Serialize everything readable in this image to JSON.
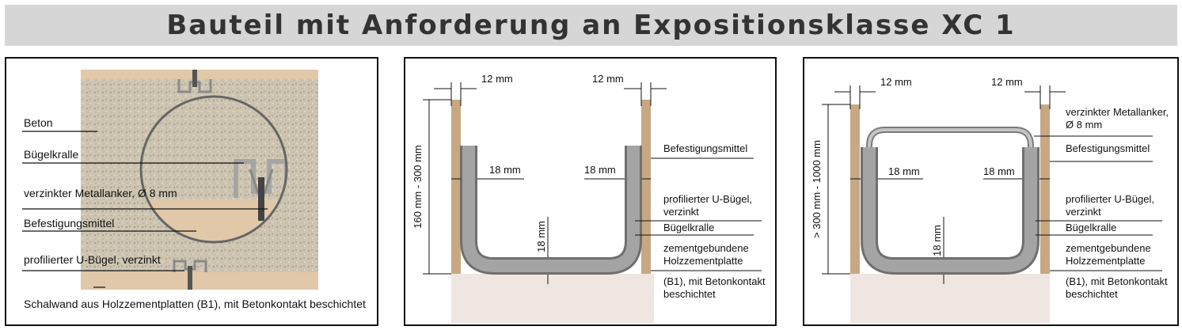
{
  "title": "Bauteil mit Anforderung an Expositionsklasse XC 1",
  "colors": {
    "title_bg": "#d6d6d6",
    "concrete": "#cfc6b2",
    "board": "#c8a882",
    "steel": "#9a9a9a",
    "base": "#efe6e2"
  },
  "panel1": {
    "labels": {
      "beton": "Beton",
      "buegelkralle": "Bügelkralle",
      "metallanker": "verzinkter Metallanker, Ø 8 mm",
      "befestigung": "Befestigungsmittel",
      "ubuegel": "profilierter U-Bügel, verzinkt",
      "schalwand": "Schalwand aus Holzzementplatten (B1), mit Betonkontakt beschichtet"
    }
  },
  "panel2": {
    "dim_left": "12 mm",
    "dim_right": "12 mm",
    "dim_height": "160 mm - 300 mm",
    "dim_bar_left": "18 mm",
    "dim_bar_right": "18 mm",
    "dim_bar_bottom": "18 mm",
    "labels": {
      "befestigung": "Befestigungsmittel",
      "ubuegel_1": "profilierter U-Bügel,",
      "ubuegel_2": "verzinkt",
      "buegelkralle": "Bügelkralle",
      "zement_1": "zementgebundene",
      "zement_2": "Holzzementplatte",
      "b1_1": "(B1), mit Betonkontakt",
      "b1_2": "beschichtet"
    }
  },
  "panel3": {
    "dim_left": "12 mm",
    "dim_right": "12 mm",
    "dim_height": "> 300 mm - 1000 mm",
    "dim_bar_left": "18 mm",
    "dim_bar_right": "18 mm",
    "dim_bar_bottom": "18 mm",
    "labels": {
      "anker_1": "verzinkter Metallanker,",
      "anker_2": "Ø 8 mm",
      "befestigung": "Befestigungsmittel",
      "ubuegel_1": "profilierter U-Bügel,",
      "ubuegel_2": "verzinkt",
      "buegelkralle": "Bügelkralle",
      "zement_1": "zementgebundene",
      "zement_2": "Holzzementplatte",
      "b1_1": "(B1), mit Betonkontakt",
      "b1_2": "beschichtet"
    }
  }
}
